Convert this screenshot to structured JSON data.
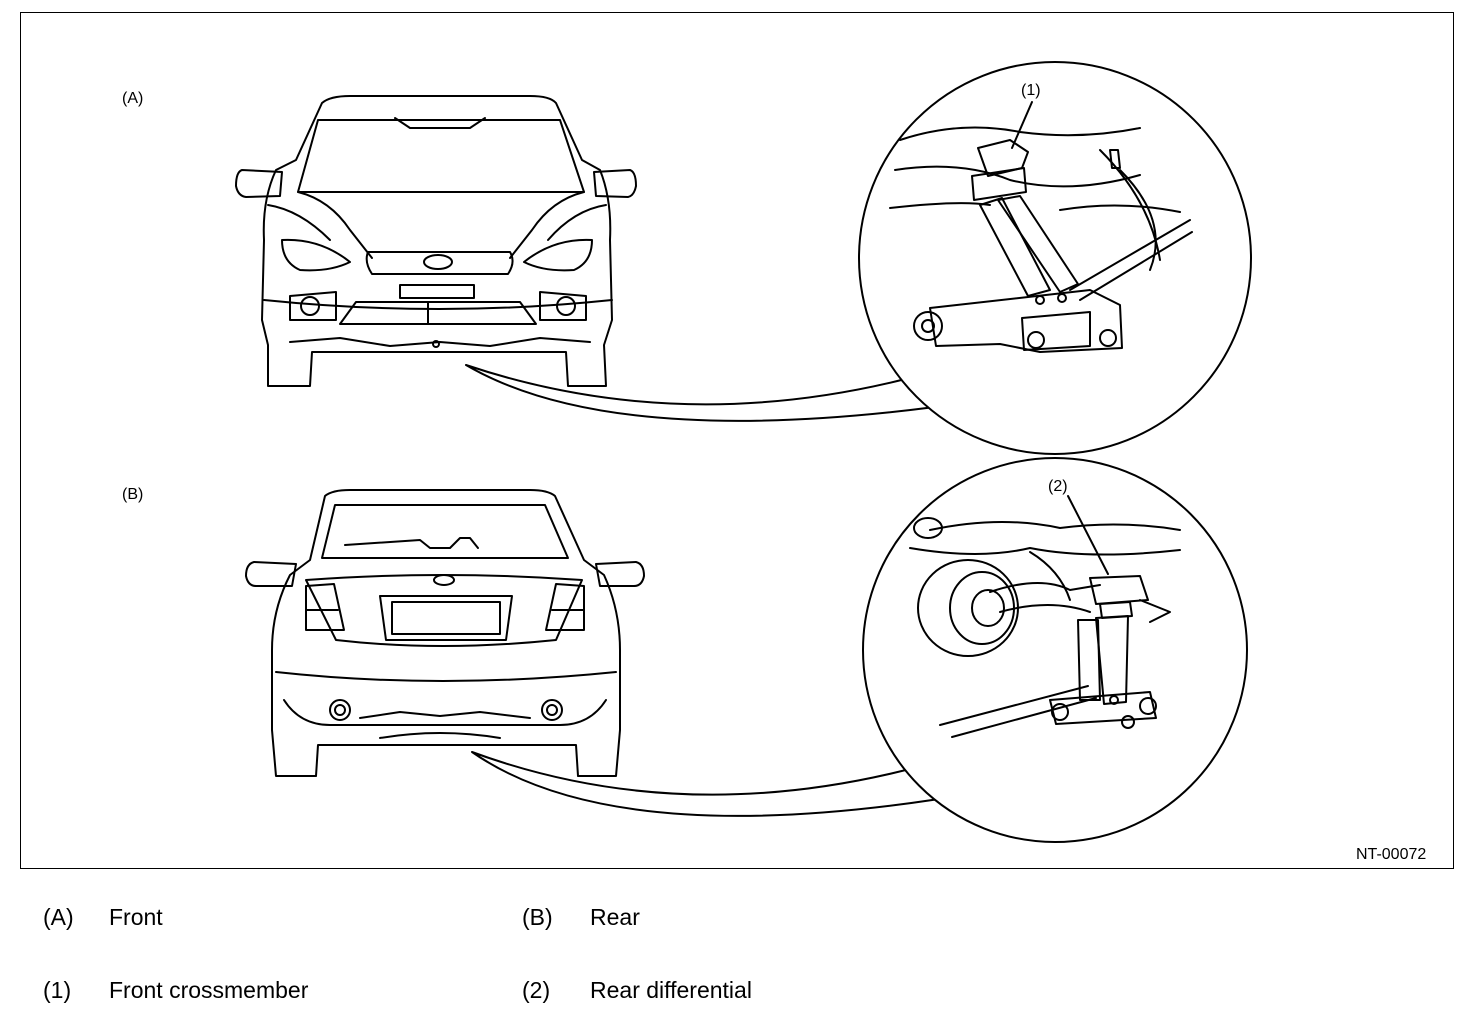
{
  "figure": {
    "view_front_label": "(A)",
    "view_rear_label": "(B)",
    "callout_front_label": "(1)",
    "callout_rear_label": "(2)",
    "figure_id": "NT-00072"
  },
  "legend": [
    {
      "code": "(A)",
      "text": "Front"
    },
    {
      "code": "(B)",
      "text": "Rear"
    },
    {
      "code": "(1)",
      "text": "Front crossmember"
    },
    {
      "code": "(2)",
      "text": "Rear differential"
    }
  ],
  "colors": {
    "line": "#000000",
    "background": "#ffffff"
  },
  "icons": {
    "front_view": "car-front-icon",
    "rear_view": "car-rear-icon",
    "jack": "floor-jack-icon"
  }
}
